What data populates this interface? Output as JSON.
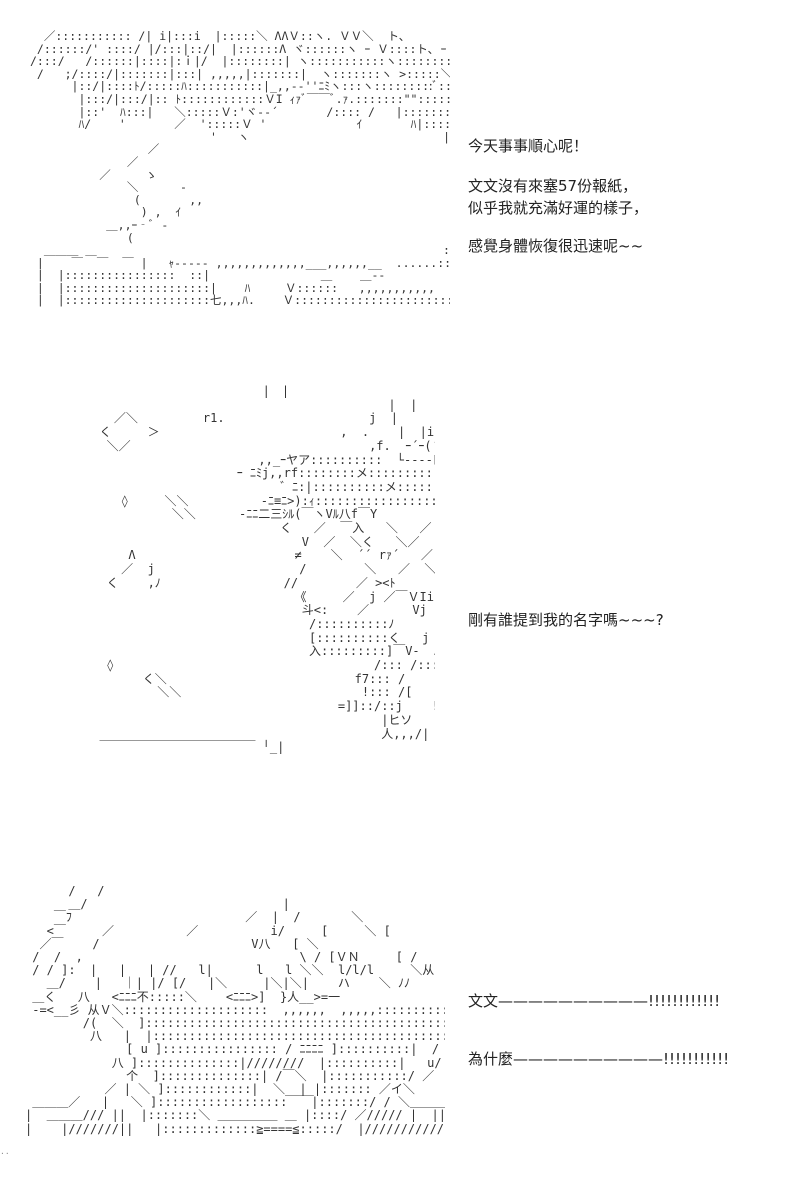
{
  "panels": [
    {
      "art_description": "ascii-art character leaning back, hand behind head, smiling",
      "dialogue": [
        "今天事事順心呢！",
        "文文沒有來塞57份報紙，\n似乎我就充滿好運的樣子，",
        "感覺身體恢復很迅速呢~~"
      ]
    },
    {
      "art_description": "ascii-art character in a framed scene holding a shield-like object, with floating diamond shapes",
      "dialogue": [
        "剛有誰提到我的名字嗎~~~?"
      ]
    },
    {
      "art_description": "ascii-art character close-up with a shocked open-mouthed face",
      "dialogue": [
        "文文——————————!!!!!!!!!!!!",
        "為什麼——————————!!!!!!!!!!!"
      ]
    }
  ]
}
